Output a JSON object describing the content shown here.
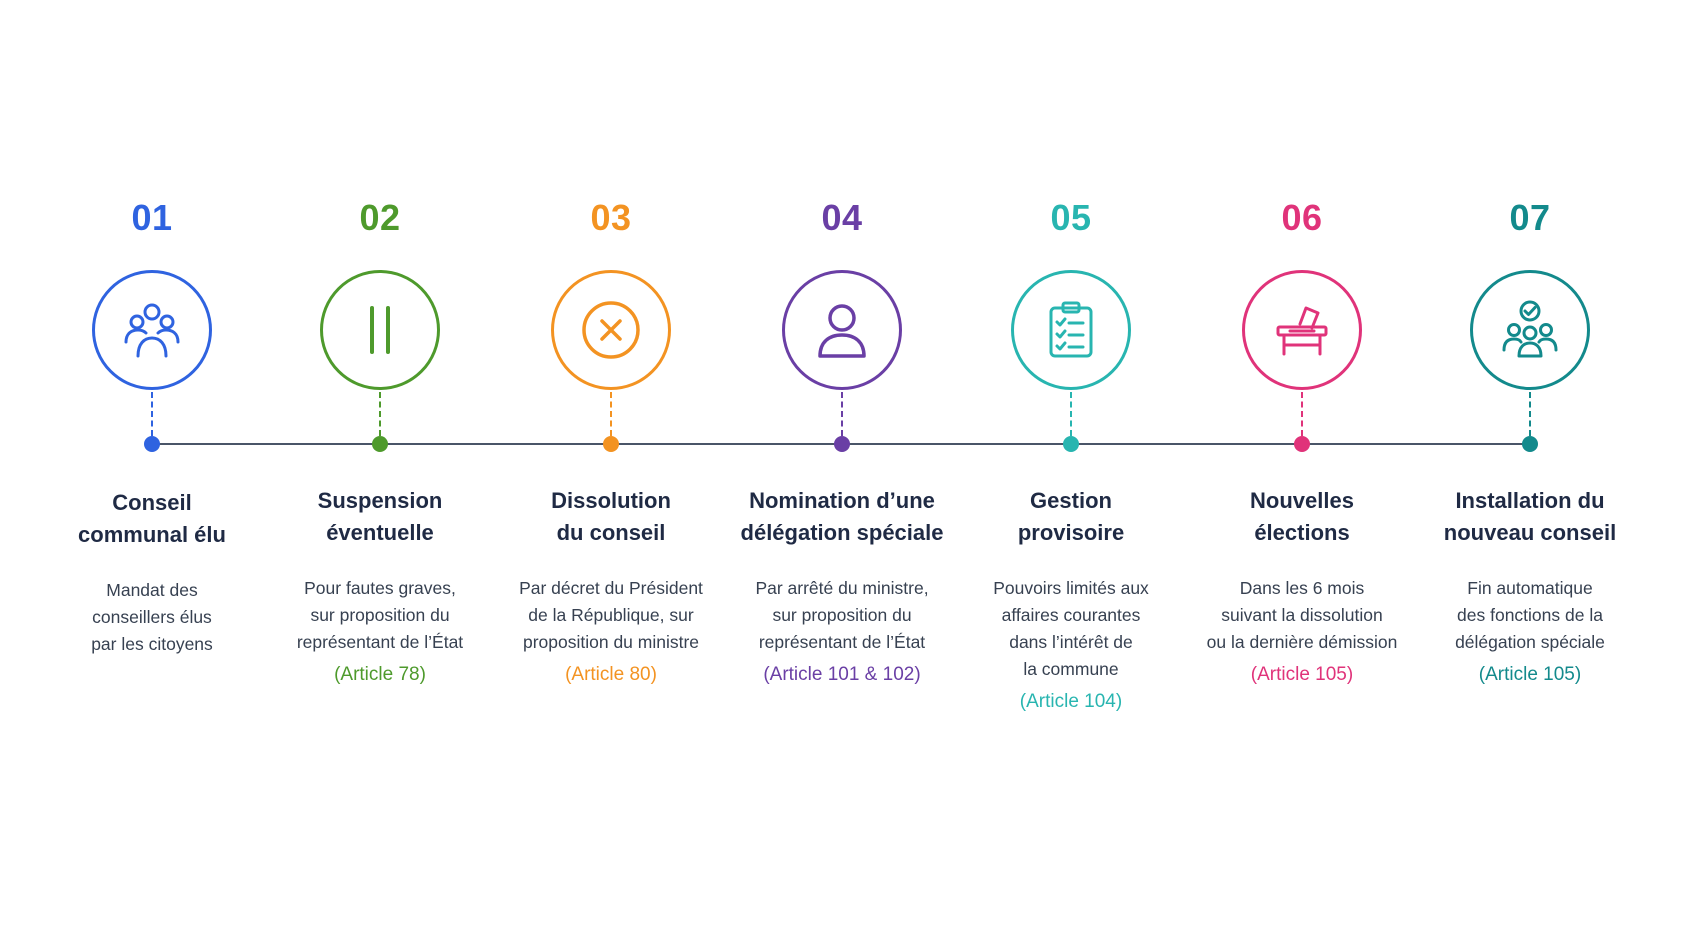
{
  "steps": [
    {
      "number": "01",
      "title": "Conseil\ncommunal élu",
      "description": "Mandat des\nconseillers élus\npar les citoyens",
      "reference": "",
      "icon": "people-group-icon",
      "color": "#2f63e0"
    },
    {
      "number": "02",
      "title": "Suspension\néventuelle",
      "description": "Pour fautes graves,\nsur proposition du\nreprésentant de l’État",
      "reference": "(Article 78)",
      "icon": "pause-icon",
      "color": "#4e9a2c"
    },
    {
      "number": "03",
      "title": "Dissolution\ndu conseil",
      "description": "Par décret du Président\nde la République, sur\nproposition du ministre",
      "reference": "(Article 80)",
      "icon": "close-circle-icon",
      "color": "#f39322"
    },
    {
      "number": "04",
      "title": "Nomination d’une\ndélégation spéciale",
      "description": "Par arrêté du ministre,\nsur proposition du\nreprésentant de l’État",
      "reference": "(Article 101 & 102)",
      "icon": "user-icon",
      "color": "#6a3fa5"
    },
    {
      "number": "05",
      "title": "Gestion\nprovisoire",
      "description": "Pouvoirs limités aux\naffaires courantes\ndans l’intérêt de\nla commune",
      "reference": "(Article 104)",
      "icon": "clipboard-checklist-icon",
      "color": "#28b5b0"
    },
    {
      "number": "06",
      "title": "Nouvelles\nélections",
      "description": "Dans les 6 mois\nsuivant la dissolution\nou la dernière démission",
      "reference": "(Article 105)",
      "icon": "ballot-box-icon",
      "color": "#e0337a"
    },
    {
      "number": "07",
      "title": "Installation du\nnouveau conseil",
      "description": "Fin automatique\ndes fonctions de la\ndélégation spéciale",
      "reference": "(Article 105)",
      "icon": "team-check-icon",
      "color": "#138a8c"
    }
  ]
}
